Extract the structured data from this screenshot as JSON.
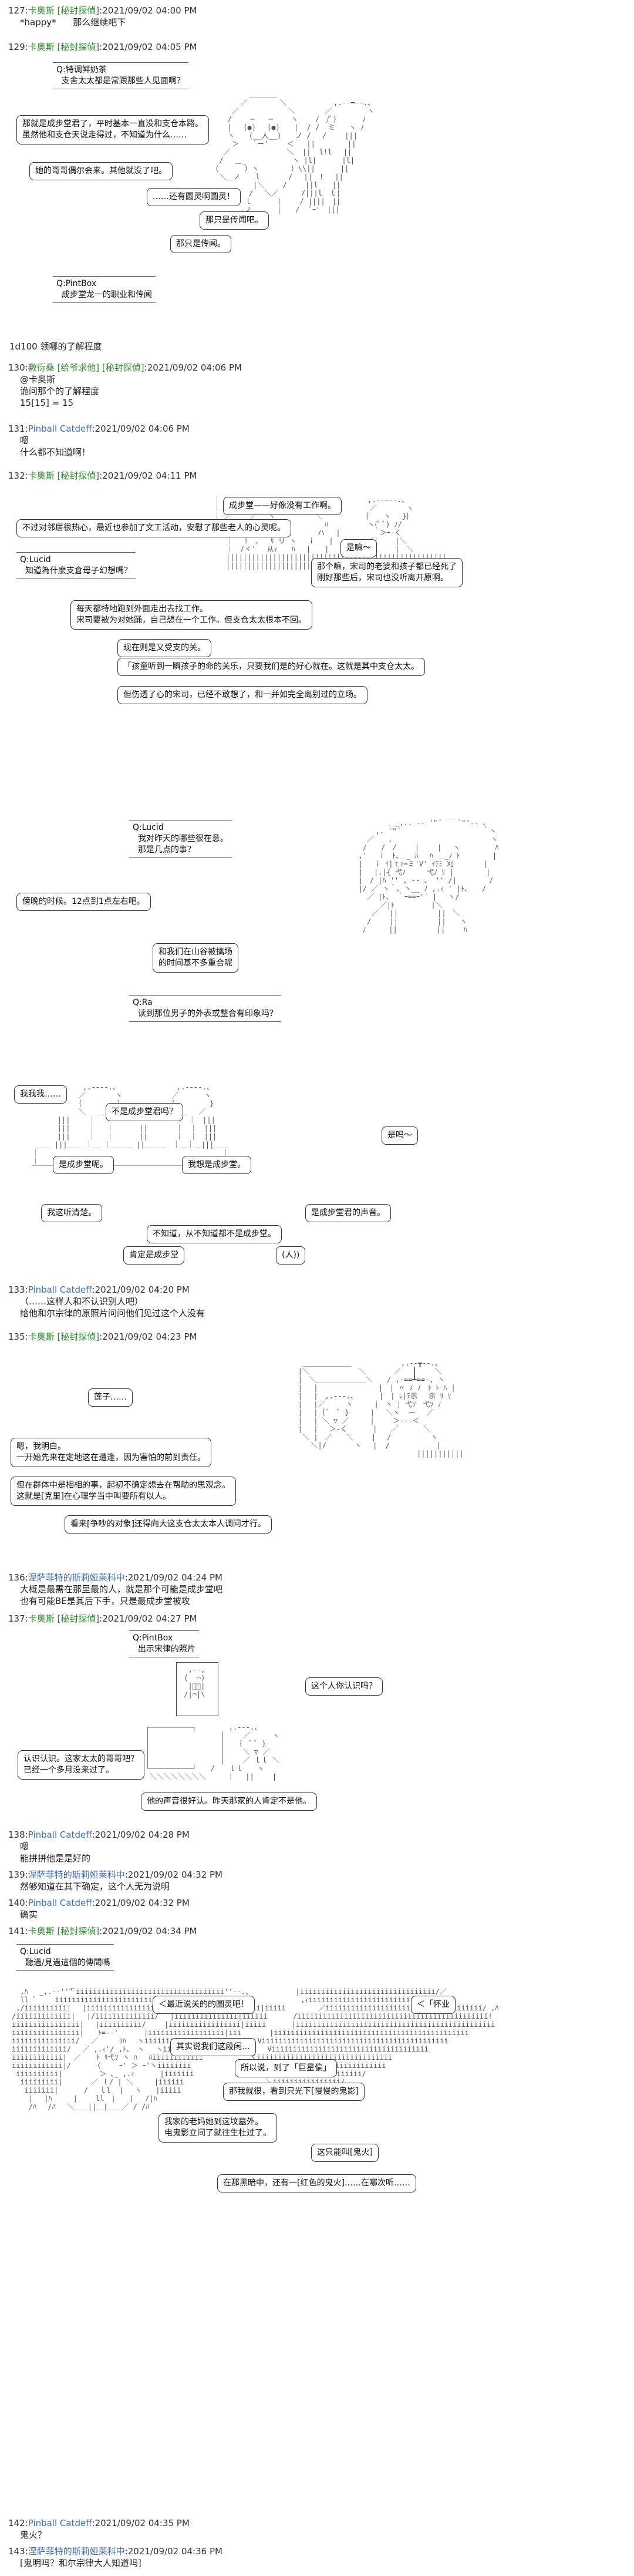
{
  "posts": [
    {
      "num": "127:",
      "name": "卡奥斯 [秘封探偵]",
      "time": ":2021/09/02 04:00 PM",
      "body": "*happy*      那么继续吧下"
    },
    {
      "num": "129:",
      "name": "卡奥斯 [秘封探偵]",
      "time": ":2021/09/02 04:05 PM",
      "body": ""
    },
    {
      "num": "130:",
      "name": "敷衍桑 [给爷求他] [秘封探偵]",
      "time": ":2021/09/02 04:06 PM",
      "body": "@卡奥斯\n诡问那个的了解程度\n15[15] = 15"
    },
    {
      "num": "131:",
      "name": "Pinball Catdeff",
      "time": ":2021/09/02 04:06 PM",
      "body": "嗯\n什么都不知道啊！"
    },
    {
      "num": "132:",
      "name": "卡奥斯 [秘封探偵]",
      "time": ":2021/09/02 04:11 PM",
      "body": ""
    },
    {
      "num": "133:",
      "name": "Pinball Catdeff",
      "time": ":2021/09/02 04:20 PM",
      "body": "（……这样人和不认识别人吧）\n给他和尔宗律的原照片问问他们见过这个人没有"
    },
    {
      "num": "135:",
      "name": "卡奥斯 [秘封探偵]",
      "time": ":2021/09/02 04:23 PM",
      "body": ""
    },
    {
      "num": "136:",
      "name": "涅萨菲特的斯莉娅莱科中",
      "time": ":2021/09/02 04:24 PM",
      "body": "大概是最需在那里最的人，就是那个可能是成步堂吧\n也有可能BE是其后下手，只是最成步堂被攻"
    },
    {
      "num": "137:",
      "name": "卡奥斯 [秘封探偵]",
      "time": ":2021/09/02 04:27 PM",
      "body": ""
    },
    {
      "num": "138:",
      "name": "Pinball Catdeff",
      "time": ":2021/09/02 04:28 PM",
      "body": "嗯\n能拼拼他是是好的"
    },
    {
      "num": "139:",
      "name": "涅萨菲特的斯莉娅莱科中",
      "time": ":2021/09/02 04:32 PM",
      "body": "然够知道在其下确定，这个人无为说明"
    },
    {
      "num": "140:",
      "name": "Pinball Catdeff",
      "time": ":2021/09/02 04:32 PM",
      "body": "确实"
    },
    {
      "num": "141:",
      "name": "卡奥斯 [秘封探偵]",
      "time": ":2021/09/02 04:34 PM",
      "body": ""
    },
    {
      "num": "142:",
      "name": "Pinball Catdeff",
      "time": ":2021/09/02 04:35 PM",
      "body": "鬼火？"
    },
    {
      "num": "143:",
      "name": "涅萨菲特的斯莉娅莱科中",
      "time": ":2021/09/02 04:36 PM",
      "body": "[鬼明吗？和尔宗律大人知道吗]"
    }
  ],
  "scene129": {
    "q1": "Q:特调鲜奶茶\n  支舍太太都是常跟那些人见面啊？",
    "b1": "那就是成步堂君了，平时基本一直没和支仓本路。\n虽然他和支仓天说走得过，不知道为什么……",
    "b2": "她的哥哥偶尔会来。其他就没了吧。",
    "b3": "……还有圆灵啊圆灵！",
    "b4": "那只是传闻吧。",
    "b5": "那只是传闻。",
    "q2": "Q:PintBox\n  成步堂龙一的职业和传闻",
    "dice": "1d100 领哪的了解程度"
  },
  "scene132": {
    "b1": "成步堂——好像没有工作啊。",
    "b2": "不过对邻居很热心，最近也参加了文工活动，安慰了那些老人的心灵呢。",
    "b3": "是嘛～",
    "q1": "Q:Lucid\n  知道為什麼支倉母子幻想嗎？",
    "b4": "那个嘛，宋司的老婆和孩子都已经死了\n刚好那些后，宋司也没听离开原啊。",
    "b5": "每天都特地跑到外面走出去找工作。\n宋司要被为对她踊，自己想在一个工作。但支仓太太根本不回。",
    "b6": "现在则是又受支的关。",
    "b7": "「孩童听到一瞬孩子的命的关乐，只要我们是的好心就在。这就是其中支仓太太。",
    "b8": "但伤透了心的宋司，已经不敢想了，和一并如完全离别过的立场。"
  },
  "scene132b": {
    "q1": "Q:Lucid\n  我对昨天的哪些很在意。\n  那是几点的事？",
    "b1": "傍晚的时候。12点到1点左右吧。",
    "b2": "和我们在山谷被擒场\n的时间基不多重合呢",
    "q2": "Q:Ra\n  读到那位男子的外表或整合有印象吗？",
    "b3": "我我我……",
    "b4": "不是成步堂君吗？",
    "b5": "是吗～",
    "b6": "是成步堂呢。",
    "b7": "我想是成步堂。",
    "b8": "我这听清楚。",
    "b9": "是成步堂君的声音。",
    "b10": "不知道，从不知道都不是成步堂。",
    "b11": "肯定是成步堂",
    "b12": "(人))"
  },
  "scene135": {
    "b1": "莲子……",
    "b2": "嗯，我明白。\n一开始先来在定地这在遭逢，因为害怕的前到责任。",
    "b3": "但在群体中是相相的事，起初不确定想去在帮助的思观念。\n这就是[克里]在心理学当中叫要所有以人。",
    "b4": "看来[争吵的对象]还得向大这支仓太太本人调问才行。"
  },
  "scene137": {
    "q1": "Q:PintBox\n  出示宋律的照片",
    "b1": "这个人你认识吗？",
    "b2": "认识认识。这家太太的哥哥吧？\n已经一个多月没来过了。",
    "b3": "他的声音很好认。昨天那家的人肯定不是他。"
  },
  "scene141": {
    "q1": "Q:Lucid\n  聽過/見過這個的傳聞嗎",
    "b1": "＜最近说关的的圆灵吧！",
    "b2": "＜「怀业",
    "b3": "其实说我们这段闲…",
    "b4": "所以说，到了「巨星偏」",
    "b5": "那我就很，看到只光下[慢慢的鬼影]",
    "b6": "我家的老妈她到这坟墓外。\n电鬼影立间了就往生杜过了。",
    "b7": "这只能叫[鬼火]",
    "b8": "在那黑暗中，还有一[红色的鬼火]……在哪次听……"
  },
  "icons": {
    "speech": "speech-bubble-icon"
  }
}
